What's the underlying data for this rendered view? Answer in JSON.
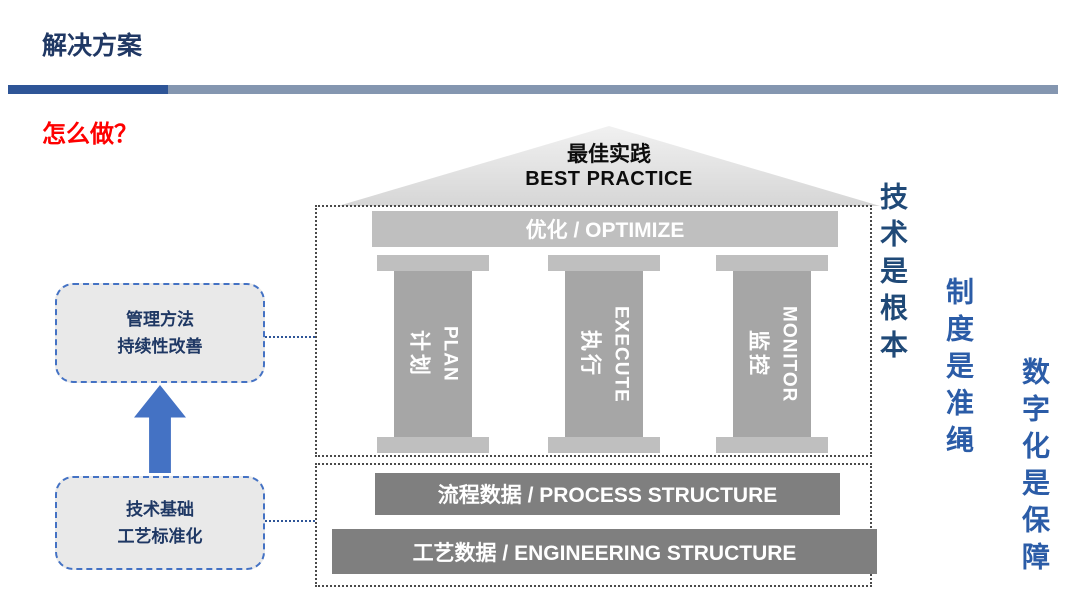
{
  "header": {
    "title": "解决方案",
    "question": "怎么做？"
  },
  "temple": {
    "roof": {
      "cn": "最佳实践",
      "en": "BEST PRACTICE"
    },
    "beam_label": "优化 / OPTIMIZE",
    "pillars": [
      {
        "cn": "计划",
        "en": "PLAN"
      },
      {
        "cn": "执行",
        "en": "EXECUTE"
      },
      {
        "cn": "监控",
        "en": "MONITOR"
      }
    ],
    "foundation_bars": [
      {
        "label": "流程数据 / PROCESS STRUCTURE"
      },
      {
        "label": "工艺数据 / ENGINEERING STRUCTURE"
      }
    ]
  },
  "left_panel": {
    "boxes": [
      {
        "line1": "管理方法",
        "line2": "持续性改善"
      },
      {
        "line1": "技术基础",
        "line2": "工艺标准化"
      }
    ]
  },
  "side_notes": [
    {
      "text": "技术是根本",
      "color": "#1F4977"
    },
    {
      "text": "制度是准绳",
      "color": "#2B5CA7"
    },
    {
      "text": "数字化是保障",
      "color": "#2B5CA7"
    }
  ],
  "colors": {
    "title_navy": "#203864",
    "divider_accent": "#2E5597",
    "divider_rest": "#8496B0",
    "question_red": "#FE0000",
    "beam_gray": "#BFBFBF",
    "pillar_gray": "#A6A6A6",
    "foundation_gray": "#7F7F7F",
    "arrow_blue": "#4472C4",
    "box_border_blue": "#4472C4",
    "box_fill": "#E9E9E9"
  }
}
